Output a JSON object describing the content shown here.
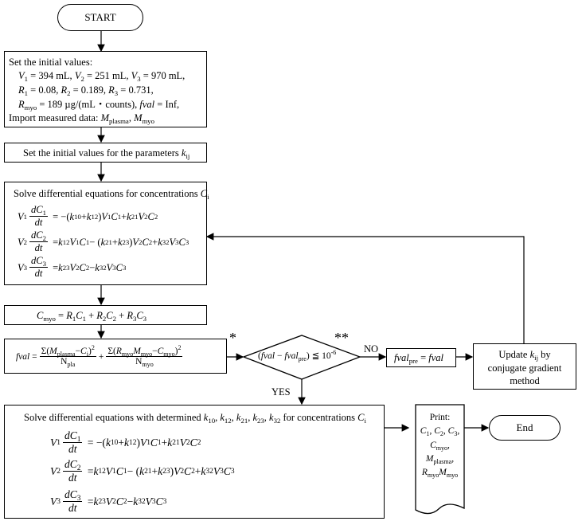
{
  "start": {
    "label": "START"
  },
  "init": {
    "line1": "Set the initial values:",
    "v1": "394 mL,",
    "v2": "251 mL,",
    "v3": "970 mL,",
    "r1": "0.08,",
    "r2": "0.189,",
    "r3": "0.731,",
    "rmyo": "189 µg/(mL・counts),",
    "fval": "Inf,",
    "import": "Import measured data:"
  },
  "param_init": {
    "text": "Set the initial values for the parameters"
  },
  "solve": {
    "text": "Solve differential equations for concentrations"
  },
  "cmyo": {
    "text": "= R1C1 + R2C2 + R3C3"
  },
  "decision": {
    "yes": "YES",
    "no": "NO",
    "star1": "*",
    "star2": "**"
  },
  "update": {
    "line1": "Update",
    "line2": "conjugate gradient",
    "line3": "method"
  },
  "final_solve": {
    "text": "Solve differential equations with determined"
  },
  "print": {
    "title": "Print:"
  },
  "end": {
    "label": "End"
  }
}
